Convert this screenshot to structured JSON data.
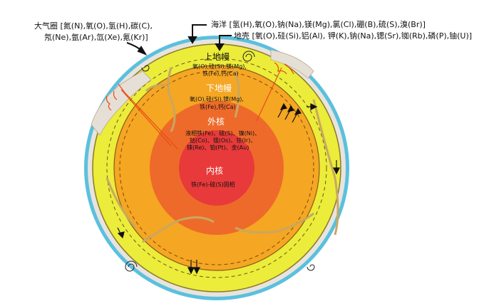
{
  "atmosphere": {
    "line1": "大气圈 [氮(N),氧(O),氢(H),碳(C),",
    "line2": "氖(Ne),氩(Ar),氙(Xe),氪(Kr)]"
  },
  "ocean": {
    "label": "海洋 [氢(H),氧(O),钠(Na),镁(Mg),氯(Cl),硼(B),硫(S),溴(Br)]"
  },
  "crust": {
    "label": "地壳 [氧(O),硅(Si),铝(Al), 钾(K),钠(Na),锶(Sr),铷(Rb),磷(P),铀(U)]"
  },
  "upper_mantle": {
    "title": "上地幔",
    "line1": "氧(O),硅(Si),镁(Mg),",
    "line2": "铁(Fe),钙(Ca)"
  },
  "lower_mantle": {
    "title": "下地幔",
    "line1": "氧(O),硅(Si),镁(Mg),",
    "line2": "铁(Fe),钙(Ca)"
  },
  "outer_core": {
    "title": "外核",
    "line1": "液相铁(Fe)、硫(S)、镍(Ni)、",
    "line2": "钴(Co)、锇(Os)、铱(Ir)、",
    "line3": "铼(Re)、铂(Pt)、金(Au)"
  },
  "inner_core": {
    "title": "内核",
    "line1": "铁(Fe)-硫(S)固相"
  },
  "colors": {
    "ocean": "#5bc0de",
    "crust": "#e8e4dd",
    "upper_mantle": "#ecec3a",
    "lower_mantle": "#f5a623",
    "outer_core": "#ee6a2a",
    "inner_core": "#e83a3a",
    "lava": "#e84a1a"
  }
}
